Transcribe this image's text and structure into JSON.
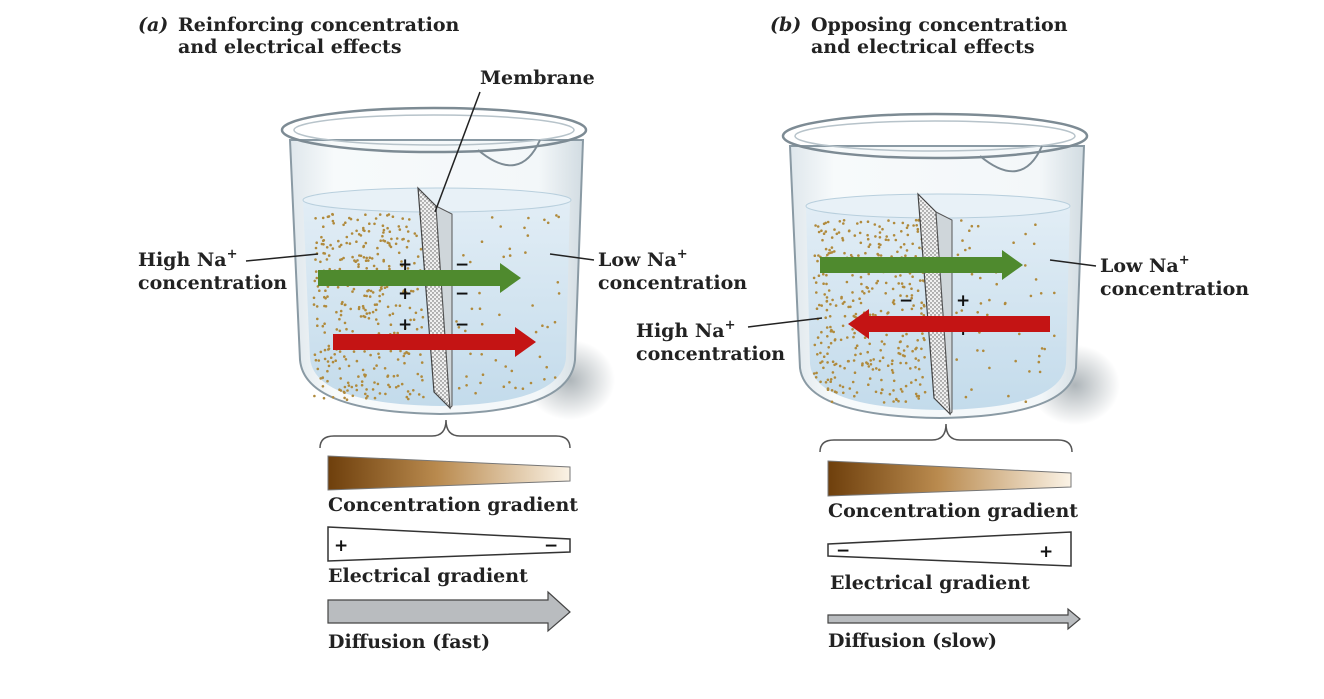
{
  "panels": [
    {
      "id": "a",
      "letter": "(a)",
      "title_line1": "Reinforcing concentration",
      "title_line2": "and electrical effects",
      "high_label_line1": "High Na",
      "high_label_sup": "+",
      "high_label_line2": "concentration",
      "low_label_line1": "Low Na",
      "low_label_sup": "+",
      "low_label_line2": "concentration",
      "left_signs": [
        "+",
        "+",
        "+"
      ],
      "right_signs": [
        "−",
        "−",
        "−"
      ],
      "legend_conc": "Concentration gradient",
      "legend_elec": "Electrical gradient",
      "elec_start_sign": "+",
      "elec_end_sign": "−",
      "legend_diff": "Diffusion (fast)"
    },
    {
      "id": "b",
      "letter": "(b)",
      "title_line1": "Opposing concentration",
      "title_line2": "and electrical effects",
      "high_label_line1": "High Na",
      "high_label_sup": "+",
      "high_label_line2": "concentration",
      "low_label_line1": "Low Na",
      "low_label_sup": "+",
      "low_label_line2": "concentration",
      "left_signs": [
        "−",
        "−"
      ],
      "right_signs": [
        "+",
        "+"
      ],
      "legend_conc": "Concentration gradient",
      "legend_elec": "Electrical gradient",
      "elec_start_sign": "−",
      "elec_end_sign": "+",
      "legend_diff": "Diffusion (slow)"
    }
  ],
  "membrane_label": "Membrane",
  "colors": {
    "water": "#cfe3f0",
    "glass": "#eef3f6",
    "glass_edge": "#8a9aa4",
    "particle": "#b08a3c",
    "green_arrow": "#4f8a2e",
    "red_arrow": "#c41414",
    "gradient_dark": "#7a4a12",
    "gradient_light": "#fbf3e6",
    "diffusion_arrow": "#b9bcbf"
  }
}
